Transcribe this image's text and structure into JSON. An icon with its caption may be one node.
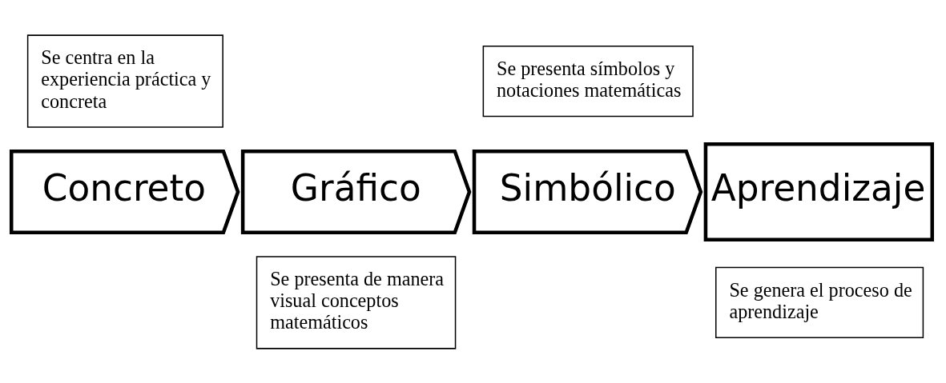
{
  "diagram": {
    "nodes": [
      {
        "text": [
          "Concreto"
        ],
        "beside": [
          "Se centra en la experiencia práctica y concreta"
        ]
      },
      {
        "text": [
          "Gráfico"
        ],
        "beside": [
          "Se presenta de manera visual conceptos matemáticos"
        ]
      },
      {
        "text": [
          "Simbólico"
        ],
        "beside": [
          "Se presenta símbolos y notaciones matemáticas"
        ]
      },
      {
        "text": [
          "Aprendizaje"
        ],
        "beside": [
          "Se genera el proceso de aprendizaje"
        ]
      }
    ],
    "edges": []
  }
}
